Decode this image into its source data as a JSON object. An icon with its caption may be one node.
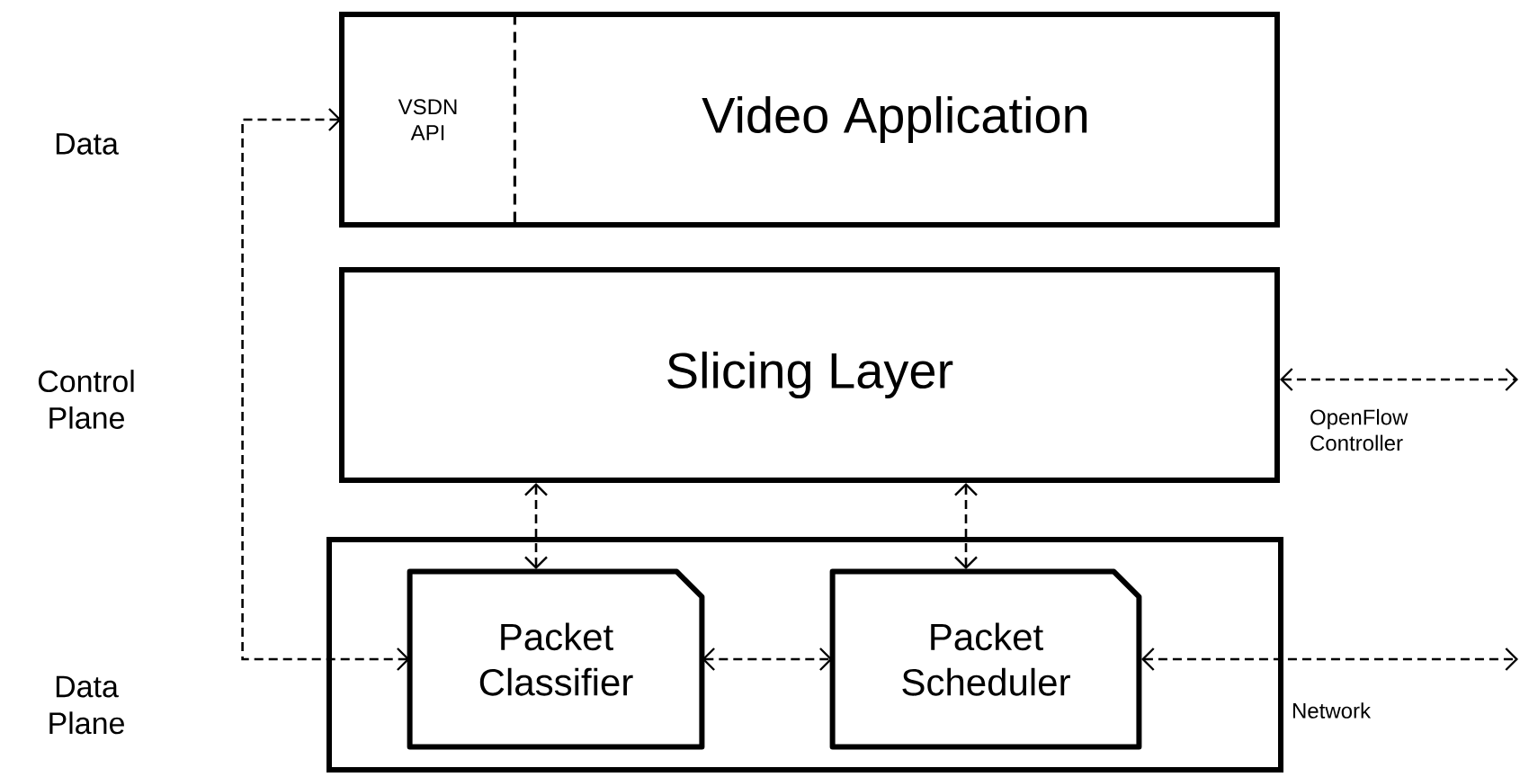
{
  "diagram": {
    "nodes": [
      {
        "text": [
          "Video Application"
        ]
      },
      {
        "text": [
          "VSDN API"
        ],
        "in": 0
      },
      {
        "text": [
          "Slicing Layer"
        ]
      },
      {
        "text": [],
        "shape": "box"
      },
      {
        "text": [
          "Packet Classifier"
        ],
        "in": 3
      },
      {
        "text": [
          "Packet Scheduler"
        ],
        "in": 3
      }
    ],
    "edges": [
      {
        "from": 4,
        "to": 1,
        "arrow": "both",
        "style": "dashed"
      },
      {
        "from": 2,
        "to": 4,
        "arrow": "both",
        "style": "dashed"
      },
      {
        "from": 2,
        "to": 5,
        "arrow": "both",
        "style": "dashed"
      },
      {
        "from": 4,
        "to": 5,
        "arrow": "both",
        "style": "dashed"
      },
      {
        "from": 2,
        "to": null,
        "arrow": "both",
        "style": "dashed",
        "label": "OpenFlow Controller"
      },
      {
        "from": 5,
        "to": null,
        "arrow": "both",
        "style": "dashed",
        "label": "Network"
      }
    ],
    "labels": [
      "Data",
      "Control Plane",
      "Data Plane"
    ]
  }
}
